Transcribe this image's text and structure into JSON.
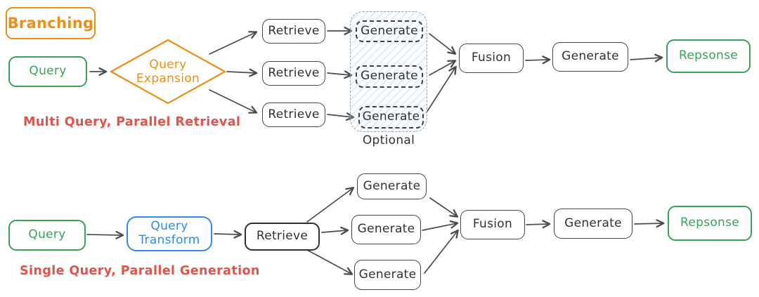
{
  "diagram": {
    "badge": "Branching",
    "optional_label": "Optional",
    "captions": {
      "top": "Multi Query, Parallel Retrieval",
      "bottom": "Single Query, Parallel Generation"
    },
    "top_flow": {
      "query": "Query",
      "expansion": "Query Expansion",
      "retrieves": [
        "Retrieve",
        "Retrieve",
        "Retrieve"
      ],
      "optional_generates": [
        "Generate",
        "Generate",
        "Generate"
      ],
      "fusion": "Fusion",
      "generate": "Generate",
      "response": "Repsonse"
    },
    "bottom_flow": {
      "query": "Query",
      "transform": "Query Transform",
      "retrieve": "Retrieve",
      "generates": [
        "Generate",
        "Generate",
        "Generate"
      ],
      "fusion": "Fusion",
      "generate": "Generate",
      "response": "Repsonse"
    },
    "colors": {
      "orange": "#ef8e13",
      "green": "#35a457",
      "blue": "#2f8be6",
      "red": "#e25349",
      "ink": "#43464b",
      "hatch_blue": "#96c3f5"
    }
  }
}
